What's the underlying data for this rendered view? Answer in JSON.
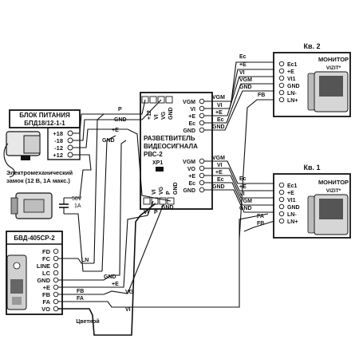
{
  "power": {
    "title_line1": "БЛОК ПИТАНИЯ",
    "title_line2": "БПД18/12-1-1",
    "pins": [
      "+18",
      "-18",
      "-12",
      "+12"
    ]
  },
  "lock": {
    "title_line1": "Электромеханический",
    "title_line2": "замок (12 В, 1А макс.)",
    "volt": "50V",
    "amp": "1A"
  },
  "splitter": {
    "title_line1": "РАЗВЕТВИТЕЛЬ",
    "title_line2": "ВИДЕОСИГНАЛА",
    "title_line3": "РВС-2",
    "jumper": "XP1",
    "top_pins": [
      "VGM",
      "VI",
      "+E",
      "Ec",
      "GND"
    ],
    "mid_pins": [
      "VGM",
      "VO",
      "+E",
      "Ec",
      "GND"
    ],
    "vert_pins": [
      "+12",
      "VI",
      "VG",
      "GND"
    ],
    "bottom_pins": [
      "VI",
      "VG",
      "P",
      "GND"
    ]
  },
  "doorstation": {
    "title": "БВД-405СР-2",
    "pins": [
      "FD",
      "FC",
      "LINE",
      "LC",
      "GND",
      "+E",
      "FB",
      "FA",
      "VO"
    ],
    "color_note": "Цветной"
  },
  "apt2": {
    "title": "Кв. 2",
    "monitor_line1": "МОНИТОР",
    "monitor_line2": "VIZIT*",
    "pins": [
      "Ec1",
      "+E",
      "VI1",
      "GND",
      "LN-",
      "LN+"
    ]
  },
  "apt1": {
    "title": "Кв. 1",
    "monitor_line1": "МОНИТОР",
    "monitor_line2": "VIZIT*",
    "pins": [
      "Ec1",
      "+E",
      "VI1",
      "GND",
      "LN-",
      "LN+"
    ]
  },
  "wires": {
    "P": "P",
    "GND": "GND",
    "PLUS_E": "+E",
    "LN": "LN",
    "VG": "VG",
    "FB": "FB",
    "FA": "FA",
    "EC": "Ec",
    "VI": "VI",
    "VGM": "VGM"
  }
}
